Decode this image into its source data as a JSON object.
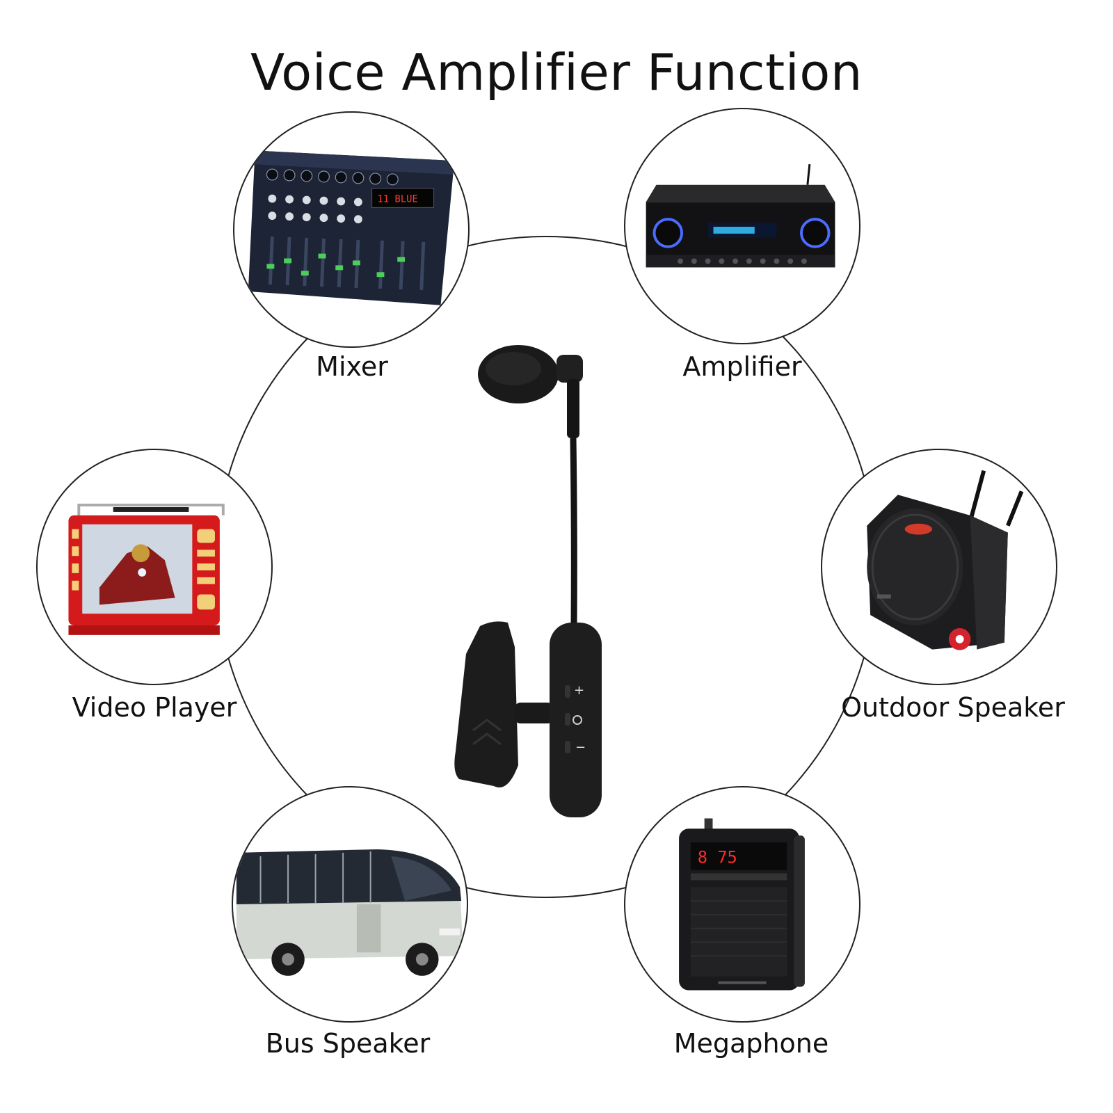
{
  "title": "Voice Amplifier Function",
  "devices": [
    {
      "id": "mixer",
      "label": "Mixer"
    },
    {
      "id": "amplifier",
      "label": "Amplifier"
    },
    {
      "id": "video-player",
      "label": "Video Player"
    },
    {
      "id": "outdoor-speaker",
      "label": "Outdoor Speaker"
    },
    {
      "id": "bus-speaker",
      "label": "Bus Speaker"
    },
    {
      "id": "megaphone",
      "label": "Megaphone"
    }
  ],
  "screens": {
    "mixer_display": "11 BLUE",
    "megaphone_display": "8 75"
  }
}
